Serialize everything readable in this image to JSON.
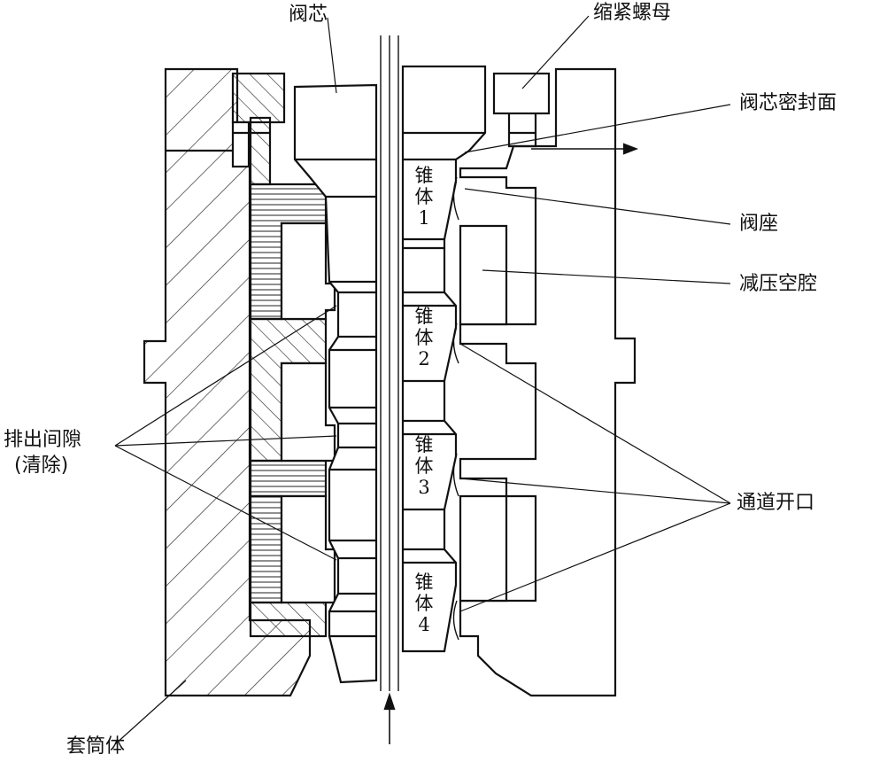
{
  "labels": {
    "valve_core": "阀芯",
    "lock_nut": "缩紧螺母",
    "core_seal_face": "阀芯密封面",
    "valve_seat": "阀座",
    "decompression_chamber": "减压空腔",
    "discharge_gap": "排出间隙",
    "discharge_gap_note": "(清除)",
    "channel_opening": "通道开口",
    "sleeve_body": "套筒体"
  },
  "cones": [
    {
      "name": "锥",
      "body": "体",
      "num": "1"
    },
    {
      "name": "锥",
      "body": "体",
      "num": "2"
    },
    {
      "name": "锥",
      "body": "体",
      "num": "3"
    },
    {
      "name": "锥",
      "body": "体",
      "num": "4"
    }
  ]
}
